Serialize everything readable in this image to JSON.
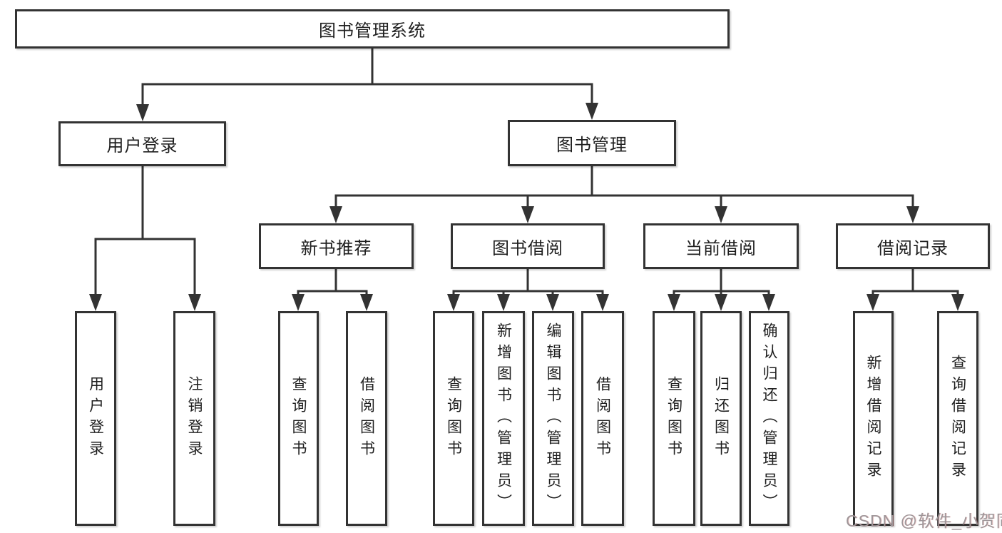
{
  "diagram_title": "图书管理系统",
  "tree": {
    "root": {
      "label": "图书管理系统",
      "children": [
        {
          "label": "用户登录",
          "children": [
            {
              "label": "用户登录"
            },
            {
              "label": "注销登录"
            }
          ]
        },
        {
          "label": "图书管理",
          "children": [
            {
              "label": "新书推荐",
              "children": [
                {
                  "label": "查询图书"
                },
                {
                  "label": "借阅图书"
                }
              ]
            },
            {
              "label": "图书借阅",
              "children": [
                {
                  "label": "查询图书"
                },
                {
                  "label": "新增图书（管理员）"
                },
                {
                  "label": "编辑图书（管理员）"
                },
                {
                  "label": "借阅图书"
                }
              ]
            },
            {
              "label": "当前借阅",
              "children": [
                {
                  "label": "查询图书"
                },
                {
                  "label": "归还图书"
                },
                {
                  "label": "确认归还（管理员）"
                }
              ]
            },
            {
              "label": "借阅记录",
              "children": [
                {
                  "label": "新增借阅记录"
                },
                {
                  "label": "查询借阅记录"
                }
              ]
            }
          ]
        }
      ]
    }
  },
  "watermark": {
    "text": "CSDN @软件_小贺同学"
  },
  "colors": {
    "line": "#333333",
    "text": "#1f1f1f",
    "box_fill": "#ffffff",
    "background": "#ffffff",
    "watermark": "#9e9699"
  }
}
